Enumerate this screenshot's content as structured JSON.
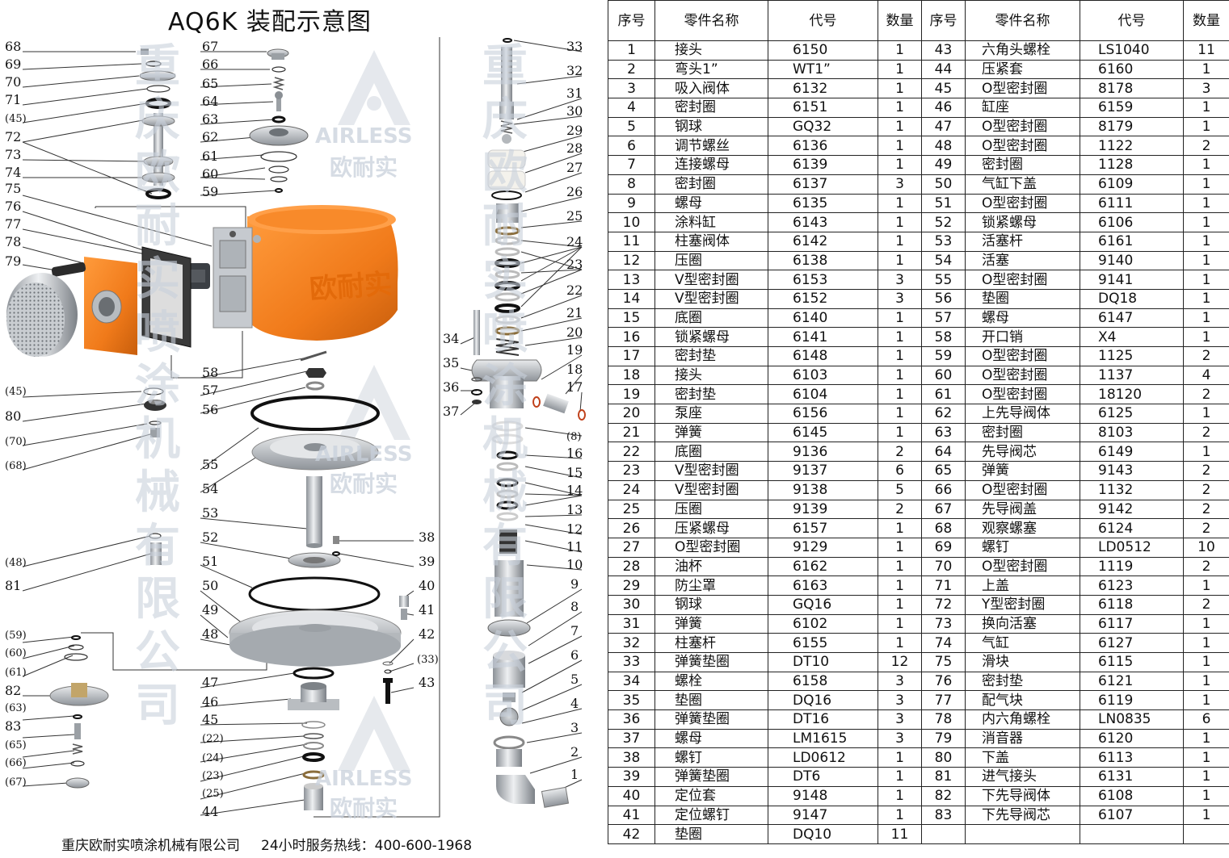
{
  "title": "AQ6K 装配示意图",
  "footer": {
    "company": "重庆欧耐实喷涂机械有限公司",
    "hotline": "24小时服务热线：400-600-1968"
  },
  "watermark": {
    "brand_en": "AIRLESS",
    "brand_cn": "欧耐实",
    "vertical_text": "重庆欧耐实喷涂机械有限公司",
    "pump_label": "欧耐实"
  },
  "callouts": {
    "left": [
      "68",
      "69",
      "70",
      "71",
      "(45)",
      "72",
      "73",
      "74",
      "75",
      "76",
      "77",
      "78",
      "79",
      "(45)",
      "80",
      "(70)",
      "(68)",
      "(48)",
      "81",
      "(59)",
      "(60)",
      "(61)",
      "82",
      "(63)",
      "83",
      "(65)",
      "(66)",
      "(67)"
    ],
    "middle": [
      "67",
      "66",
      "65",
      "64",
      "63",
      "62",
      "61",
      "60",
      "59",
      "58",
      "57",
      "56",
      "55",
      "54",
      "53",
      "52",
      "51",
      "50",
      "49",
      "48",
      "47",
      "46",
      "45",
      "(22)",
      "(24)",
      "(23)",
      "(25)",
      "44"
    ],
    "right": [
      "33",
      "32",
      "31",
      "30",
      "29",
      "28",
      "27",
      "26",
      "25",
      "24",
      "23",
      "22",
      "21",
      "20",
      "19",
      "18",
      "17",
      "(8)",
      "16",
      "15",
      "14",
      "13",
      "12",
      "11",
      "10",
      "9",
      "8",
      "7",
      "6",
      "5",
      "4",
      "3",
      "2",
      "1"
    ],
    "inner": [
      "34",
      "35",
      "36",
      "37",
      "38",
      "39",
      "40",
      "41",
      "42",
      "(33)",
      "43"
    ]
  },
  "table": {
    "headers": [
      "序号",
      "零件名称",
      "代号",
      "数量",
      "序号",
      "零件名称",
      "代号",
      "数量"
    ],
    "rows": [
      [
        "1",
        "接头",
        "6150",
        "1",
        "43",
        "六角头螺栓",
        "LS1040",
        "11"
      ],
      [
        "2",
        "弯头1”",
        "WT1”",
        "1",
        "44",
        "压紧套",
        "6160",
        "1"
      ],
      [
        "3",
        "吸入阀体",
        "6132",
        "1",
        "45",
        "O型密封圈",
        "8178",
        "3"
      ],
      [
        "4",
        "密封圈",
        "6151",
        "1",
        "46",
        "缸座",
        "6159",
        "1"
      ],
      [
        "5",
        "钢球",
        "GQ32",
        "1",
        "47",
        "O型密封圈",
        "8179",
        "1"
      ],
      [
        "6",
        "调节螺丝",
        "6136",
        "1",
        "48",
        "O型密封圈",
        "1122",
        "2"
      ],
      [
        "7",
        "连接螺母",
        "6139",
        "1",
        "49",
        "密封圈",
        "1128",
        "1"
      ],
      [
        "8",
        "密封圈",
        "6137",
        "3",
        "50",
        "气缸下盖",
        "6109",
        "1"
      ],
      [
        "9",
        "螺母",
        "6135",
        "1",
        "51",
        "O型密封圈",
        "6111",
        "1"
      ],
      [
        "10",
        "涂料缸",
        "6143",
        "1",
        "52",
        "锁紧螺母",
        "6106",
        "1"
      ],
      [
        "11",
        "柱塞阀体",
        "6142",
        "1",
        "53",
        "活塞杆",
        "6161",
        "1"
      ],
      [
        "12",
        "压圈",
        "6138",
        "1",
        "54",
        "活塞",
        "9140",
        "1"
      ],
      [
        "13",
        "V型密封圈",
        "6153",
        "3",
        "55",
        "O型密封圈",
        "9141",
        "1"
      ],
      [
        "14",
        "V型密封圈",
        "6152",
        "3",
        "56",
        "垫圈",
        "DQ18",
        "1"
      ],
      [
        "15",
        "底圈",
        "6140",
        "1",
        "57",
        "螺母",
        "6147",
        "1"
      ],
      [
        "16",
        "锁紧螺母",
        "6141",
        "1",
        "58",
        "开口销",
        "X4",
        "1"
      ],
      [
        "17",
        "密封垫",
        "6148",
        "1",
        "59",
        "O型密封圈",
        "1125",
        "2"
      ],
      [
        "18",
        "接头",
        "6103",
        "1",
        "60",
        "O型密封圈",
        "1137",
        "4"
      ],
      [
        "19",
        "密封垫",
        "6104",
        "1",
        "61",
        "O型密封圈",
        "18120",
        "2"
      ],
      [
        "20",
        "泵座",
        "6156",
        "1",
        "62",
        "上先导阀体",
        "6125",
        "1"
      ],
      [
        "21",
        "弹簧",
        "6145",
        "1",
        "63",
        "密封圈",
        "8103",
        "2"
      ],
      [
        "22",
        "底圈",
        "9136",
        "2",
        "64",
        "先导阀芯",
        "6149",
        "1"
      ],
      [
        "23",
        "V型密封圈",
        "9137",
        "6",
        "65",
        "弹簧",
        "9143",
        "2"
      ],
      [
        "24",
        "V型密封圈",
        "9138",
        "5",
        "66",
        "O型密封圈",
        "1132",
        "2"
      ],
      [
        "25",
        "压圈",
        "9139",
        "2",
        "67",
        "先导阀盖",
        "9142",
        "2"
      ],
      [
        "26",
        "压紧螺母",
        "6157",
        "1",
        "68",
        "观察螺塞",
        "6124",
        "2"
      ],
      [
        "27",
        "O型密封圈",
        "9129",
        "1",
        "69",
        "螺钉",
        "LD0512",
        "10"
      ],
      [
        "28",
        "油杯",
        "6162",
        "1",
        "70",
        "O型密封圈",
        "1119",
        "2"
      ],
      [
        "29",
        "防尘罩",
        "6163",
        "1",
        "71",
        "上盖",
        "6123",
        "1"
      ],
      [
        "30",
        "钢球",
        "GQ16",
        "1",
        "72",
        "Y型密封圈",
        "6118",
        "2"
      ],
      [
        "31",
        "弹簧",
        "6102",
        "1",
        "73",
        "换向活塞",
        "6117",
        "1"
      ],
      [
        "32",
        "柱塞杆",
        "6155",
        "1",
        "74",
        "气缸",
        "6127",
        "1"
      ],
      [
        "33",
        "弹簧垫圈",
        "DT10",
        "12",
        "75",
        "滑块",
        "6115",
        "1"
      ],
      [
        "34",
        "螺栓",
        "6158",
        "3",
        "76",
        "密封垫",
        "6121",
        "1"
      ],
      [
        "35",
        "垫圈",
        "DQ16",
        "3",
        "77",
        "配气块",
        "6119",
        "1"
      ],
      [
        "36",
        "弹簧垫圈",
        "DT16",
        "3",
        "78",
        "内六角螺栓",
        "LN0835",
        "6"
      ],
      [
        "37",
        "螺母",
        "LM1615",
        "3",
        "79",
        "消音器",
        "6120",
        "1"
      ],
      [
        "38",
        "螺钉",
        "LD0612",
        "1",
        "80",
        "下盖",
        "6113",
        "1"
      ],
      [
        "39",
        "弹簧垫圈",
        "DT6",
        "1",
        "81",
        "进气接头",
        "6131",
        "1"
      ],
      [
        "40",
        "定位套",
        "9148",
        "1",
        "82",
        "下先导阀体",
        "6108",
        "1"
      ],
      [
        "41",
        "定位螺钉",
        "9147",
        "1",
        "83",
        "下先导阀芯",
        "6107",
        "1"
      ],
      [
        "42",
        "垫圈",
        "DQ10",
        "11",
        "",
        "",
        " ",
        ""
      ]
    ]
  }
}
